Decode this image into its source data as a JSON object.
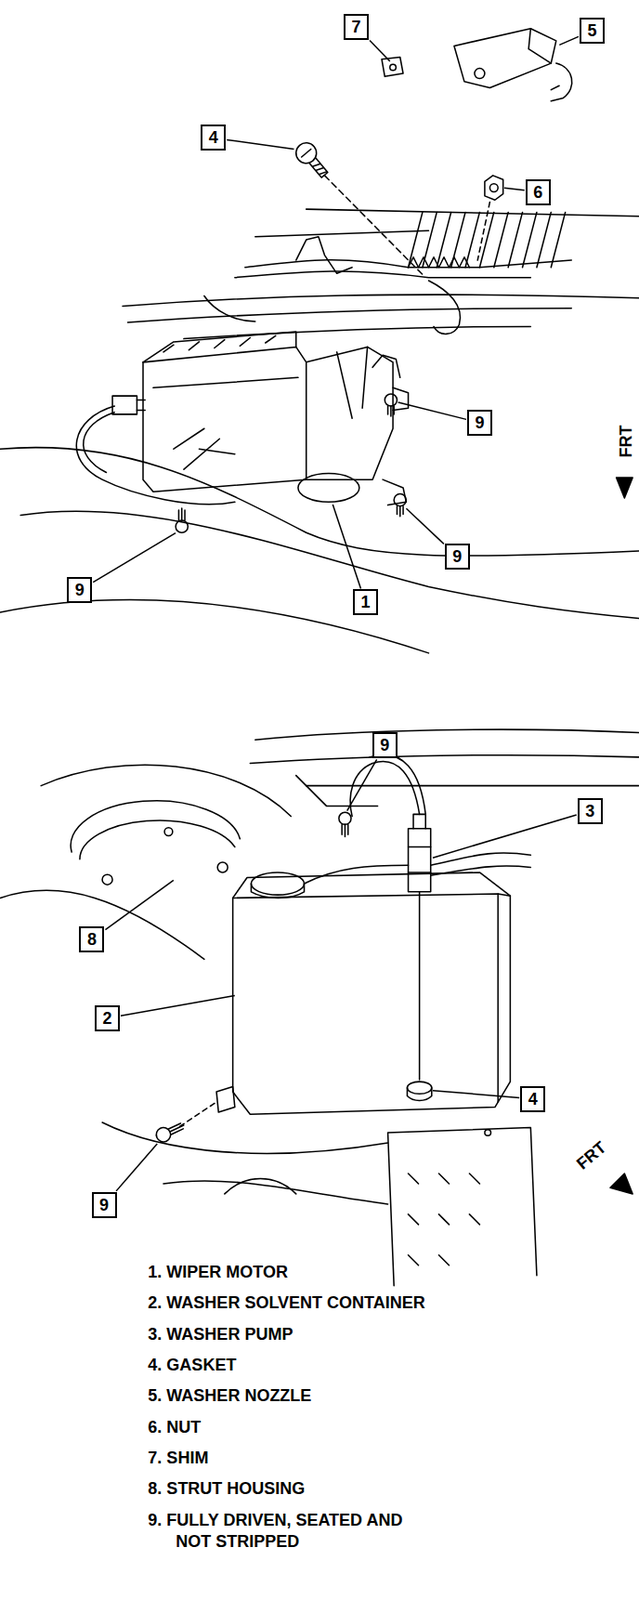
{
  "diagram": {
    "nodes": [
      {
        "text": [
          "7"
        ]
      },
      {
        "text": [
          "5"
        ]
      },
      {
        "text": [
          "4"
        ]
      },
      {
        "text": [
          "6"
        ]
      },
      {
        "text": [
          "9"
        ]
      },
      {
        "text": [
          "9"
        ]
      },
      {
        "text": [
          "9"
        ]
      },
      {
        "text": [
          "1"
        ]
      },
      {
        "text": [
          "9"
        ]
      },
      {
        "text": [
          "3"
        ]
      },
      {
        "text": [
          "8"
        ]
      },
      {
        "text": [
          "2"
        ]
      },
      {
        "text": [
          "4"
        ]
      },
      {
        "text": [
          "9"
        ]
      }
    ],
    "labels": [
      "FRT",
      "FRT",
      "1. WIPER MOTOR",
      "2. WASHER SOLVENT CONTAINER",
      "3. WASHER PUMP",
      "4. GASKET",
      "5. WASHER NOZZLE",
      "6. NUT",
      "7. SHIM",
      "8. STRUT HOUSING",
      "9. FULLY DRIVEN, SEATED AND NOT STRIPPED"
    ]
  }
}
